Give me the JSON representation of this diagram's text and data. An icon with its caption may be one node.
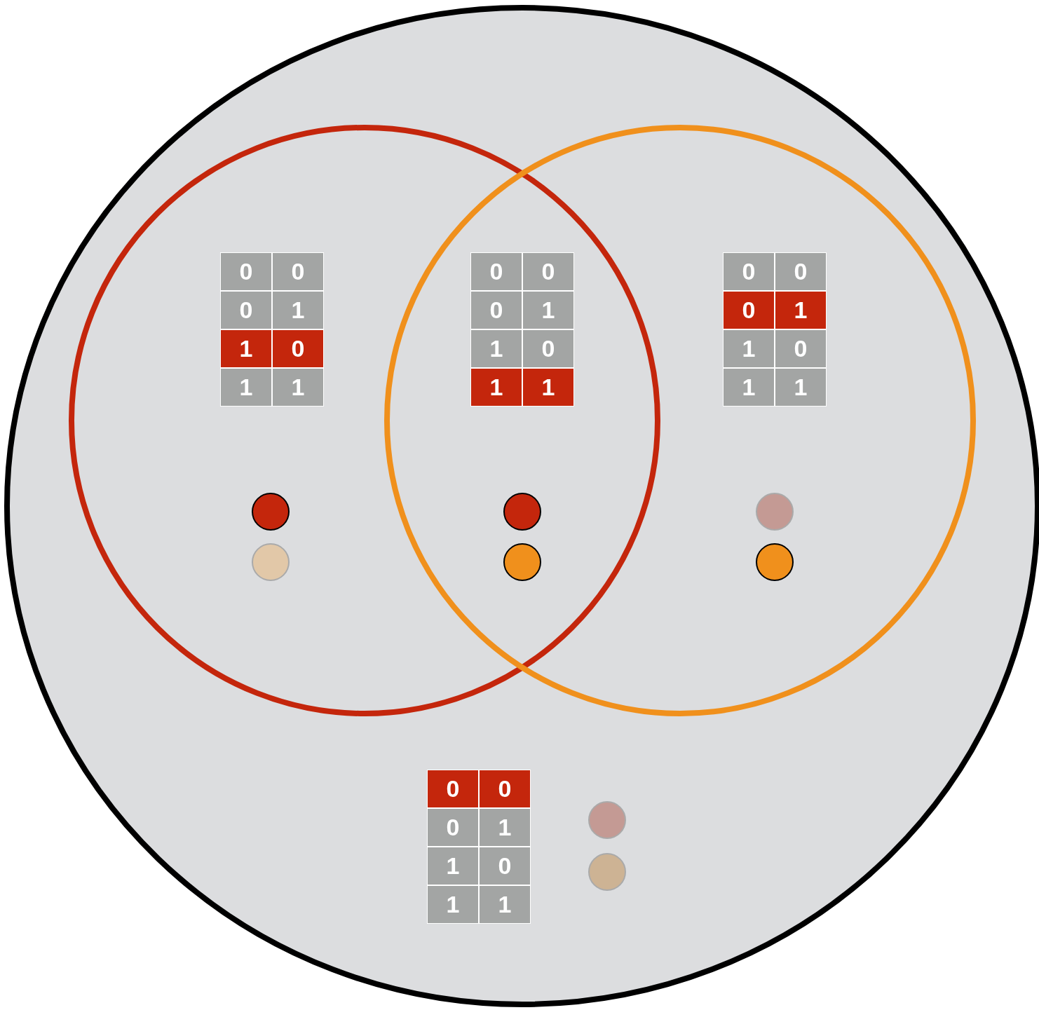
{
  "diagram": {
    "labels": [
      "0",
      "0",
      "0",
      "1",
      "1",
      "0",
      "1",
      "1",
      "0",
      "0",
      "0",
      "1",
      "1",
      "0",
      "1",
      "1",
      "0",
      "0",
      "0",
      "1",
      "1",
      "0",
      "1",
      "1",
      "0",
      "0",
      "0",
      "1",
      "1",
      "0",
      "1",
      "1"
    ]
  }
}
